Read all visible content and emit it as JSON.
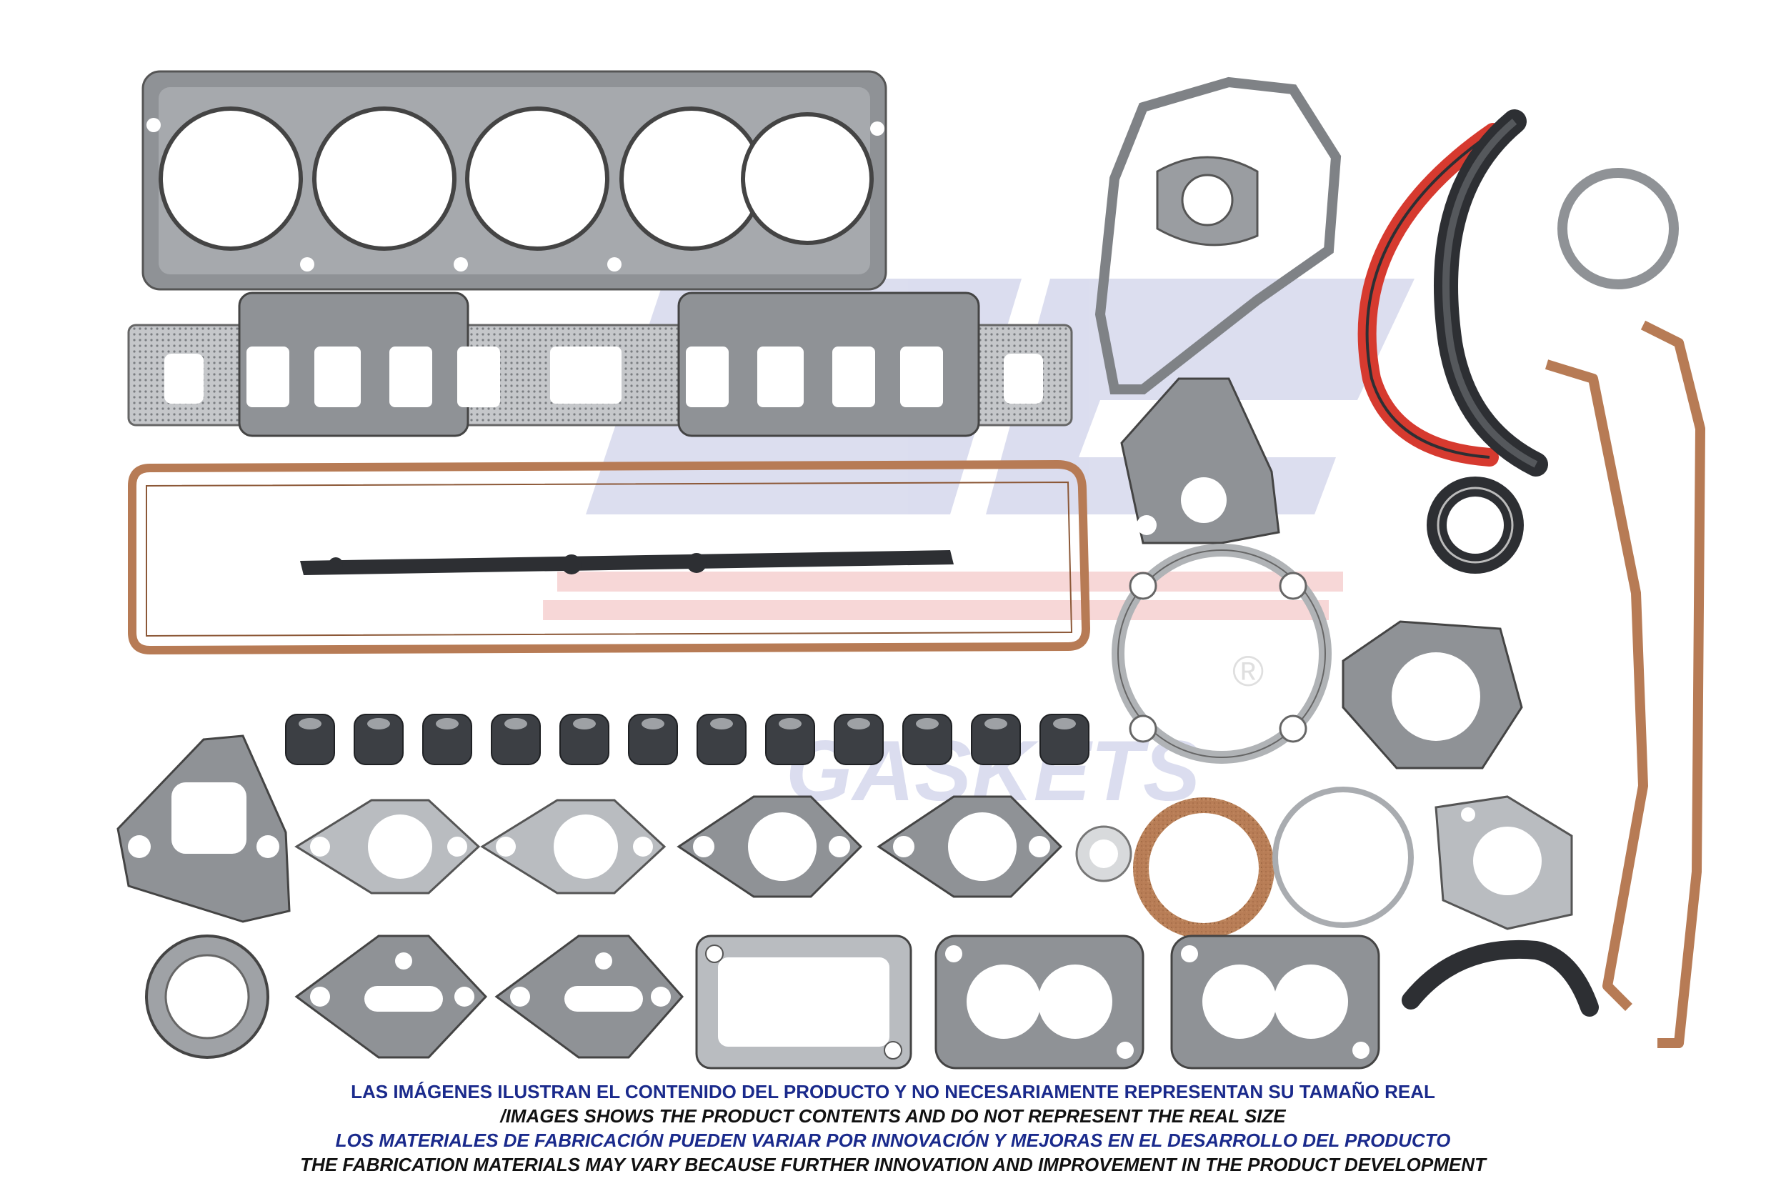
{
  "disclaimer": {
    "line1": "LAS IMÁGENES ILUSTRAN EL CONTENIDO DEL PRODUCTO Y NO NECESARIAMENTE REPRESENTAN SU TAMAÑO REAL",
    "line2": "/IMAGES SHOWS THE PRODUCT CONTENTS AND DO NOT REPRESENT THE REAL SIZE",
    "line3": "LOS MATERIALES DE FABRICACIÓN PUEDEN VARIAR POR INNOVACIÓN Y MEJORAS EN EL DESARROLLO DEL PRODUCTO",
    "line4": "THE FABRICATION MATERIALS MAY VARY BECAUSE FURTHER INNOVATION AND IMPROVEMENT IN THE PRODUCT DEVELOPMENT"
  },
  "watermark": {
    "brand_letters": "DC",
    "tagline": "GASKETS",
    "registered_mark": "®"
  },
  "colors": {
    "metal_gasket": "#8f9296",
    "metal_light": "#b9bcc0",
    "cork": "#b77b55",
    "rubber": "#2d2f33",
    "red_seal": "#d63a2f",
    "text_blue": "#1a2a8c",
    "text_black": "#111111"
  },
  "parts": [
    "cylinder-head-gasket",
    "intake-exhaust-manifold-gasket",
    "valve-cover-gasket",
    "spark-plug-wire-retainer",
    "timing-cover-gasket",
    "rear-main-seal-upper",
    "rear-main-seal-lower",
    "o-ring",
    "oil-pan-gasket-left",
    "oil-pan-gasket-right",
    "water-outlet-gasket",
    "front-crank-seal",
    "water-pump-gasket",
    "thermostat-housing-gasket",
    "valve-stem-seals",
    "fuel-pump-gasket",
    "exhaust-flange-gaskets",
    "small-washer",
    "cork-ring",
    "paper-ring",
    "distributor-gasket",
    "rear-main-seal-retainer",
    "exhaust-donut",
    "egr-gaskets",
    "oil-filter-adapter-gasket",
    "carburetor-gaskets"
  ]
}
